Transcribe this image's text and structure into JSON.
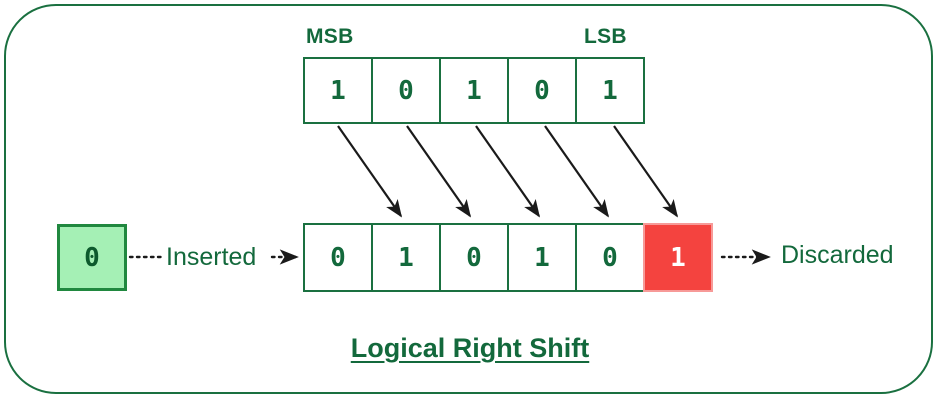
{
  "diagram": {
    "title": "Logical Right Shift",
    "frame_color": "#1a7040",
    "accent_green": "#13693c",
    "inserted_fill": "#a5f0b5",
    "discarded_fill": "#f4433f",
    "top_row": {
      "label_left": "MSB",
      "label_right": "LSB",
      "bits": [
        "1",
        "0",
        "1",
        "0",
        "1"
      ]
    },
    "bottom_row": {
      "bits": [
        "0",
        "1",
        "0",
        "1",
        "0",
        "1"
      ],
      "discarded_index": 5
    },
    "inserted": {
      "bit": "0",
      "label": "Inserted"
    },
    "discarded": {
      "label": "Discarded"
    },
    "shift_arrow_count": 5
  }
}
